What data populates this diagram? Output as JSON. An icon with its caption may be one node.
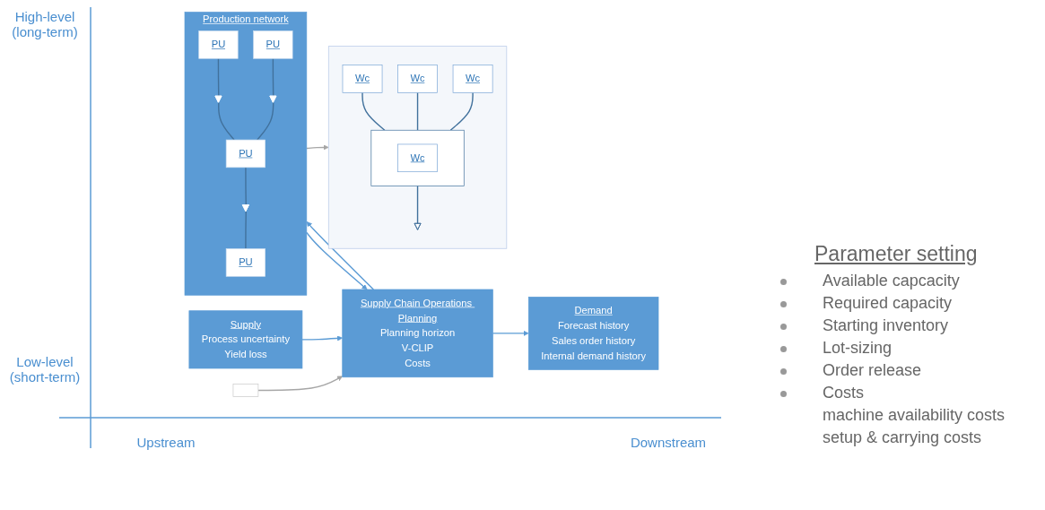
{
  "diagram": {
    "nodes": [
      {
        "text": [],
        "shape": "box"
      },
      {
        "text": [
          "Supply",
          "Process uncertainty",
          "Yield loss"
        ]
      },
      {
        "text": [
          "Supply Chain Operations Planning",
          "Planning horizon",
          "V-CLIP",
          "Costs"
        ]
      },
      {
        "text": [
          "Demand",
          "Forecast history",
          "Sales order history",
          "Internal demand history"
        ]
      },
      {
        "text": [
          "Production network"
        ]
      },
      {
        "text": [
          "PU"
        ],
        "in": 4
      },
      {
        "text": [
          "PU"
        ],
        "in": 4
      },
      {
        "text": [],
        "shape": "triangle",
        "in": 4
      },
      {
        "text": [],
        "shape": "triangle",
        "in": 4
      },
      {
        "text": [
          "PU"
        ],
        "in": 4
      },
      {
        "text": [],
        "shape": "triangle",
        "in": 4
      },
      {
        "text": [
          "PU"
        ],
        "in": 4
      },
      {
        "text": [],
        "shape": "box"
      },
      {
        "text": [
          "Wc"
        ],
        "in": 12
      },
      {
        "text": [
          "Wc"
        ],
        "in": 12
      },
      {
        "text": [
          "Wc"
        ],
        "in": 12
      },
      {
        "text": [],
        "shape": "box",
        "in": 12
      },
      {
        "text": [
          "Wc"
        ],
        "in": 16
      },
      {
        "text": [],
        "shape": "triangle",
        "in": 12
      }
    ],
    "edges": [
      {
        "from": 0,
        "to": 2,
        "arrow": "to",
        "color": "#a6a6a6"
      },
      {
        "from": 1,
        "to": 2,
        "arrow": "to",
        "color": "#5b9bd5"
      },
      {
        "from": 2,
        "to": 3,
        "arrow": "to",
        "color": "#5b9bd5"
      },
      {
        "from": 2,
        "to": 4,
        "arrow": "to",
        "color": "#5b9bd5"
      },
      {
        "from": 4,
        "to": 2,
        "arrow": "to",
        "color": "#5b9bd5"
      },
      {
        "from": 5,
        "to": 7,
        "arrow": "none"
      },
      {
        "from": 6,
        "to": 8,
        "arrow": "none"
      },
      {
        "from": 7,
        "to": 9,
        "arrow": "none"
      },
      {
        "from": 8,
        "to": 9,
        "arrow": "none"
      },
      {
        "from": 9,
        "to": 10,
        "arrow": "none"
      },
      {
        "from": 10,
        "to": 11,
        "arrow": "none"
      },
      {
        "from": 4,
        "to": 12,
        "arrow": "to",
        "color": "#a6a6a6"
      },
      {
        "from": 13,
        "to": 16,
        "arrow": "none"
      },
      {
        "from": 14,
        "to": 16,
        "arrow": "none"
      },
      {
        "from": 15,
        "to": 16,
        "arrow": "none"
      },
      {
        "from": 16,
        "to": 18,
        "arrow": "none"
      }
    ],
    "labels": [
      "High-level (long-term)",
      "Low-level (short-term)",
      "Upstream",
      "Downstream",
      "Parameter setting",
      "Available capcacity",
      "Required capacity",
      "Starting inventory",
      "Lot-sizing",
      "Order release",
      "Costs",
      "machine availability costs",
      "setup & carrying costs"
    ]
  }
}
